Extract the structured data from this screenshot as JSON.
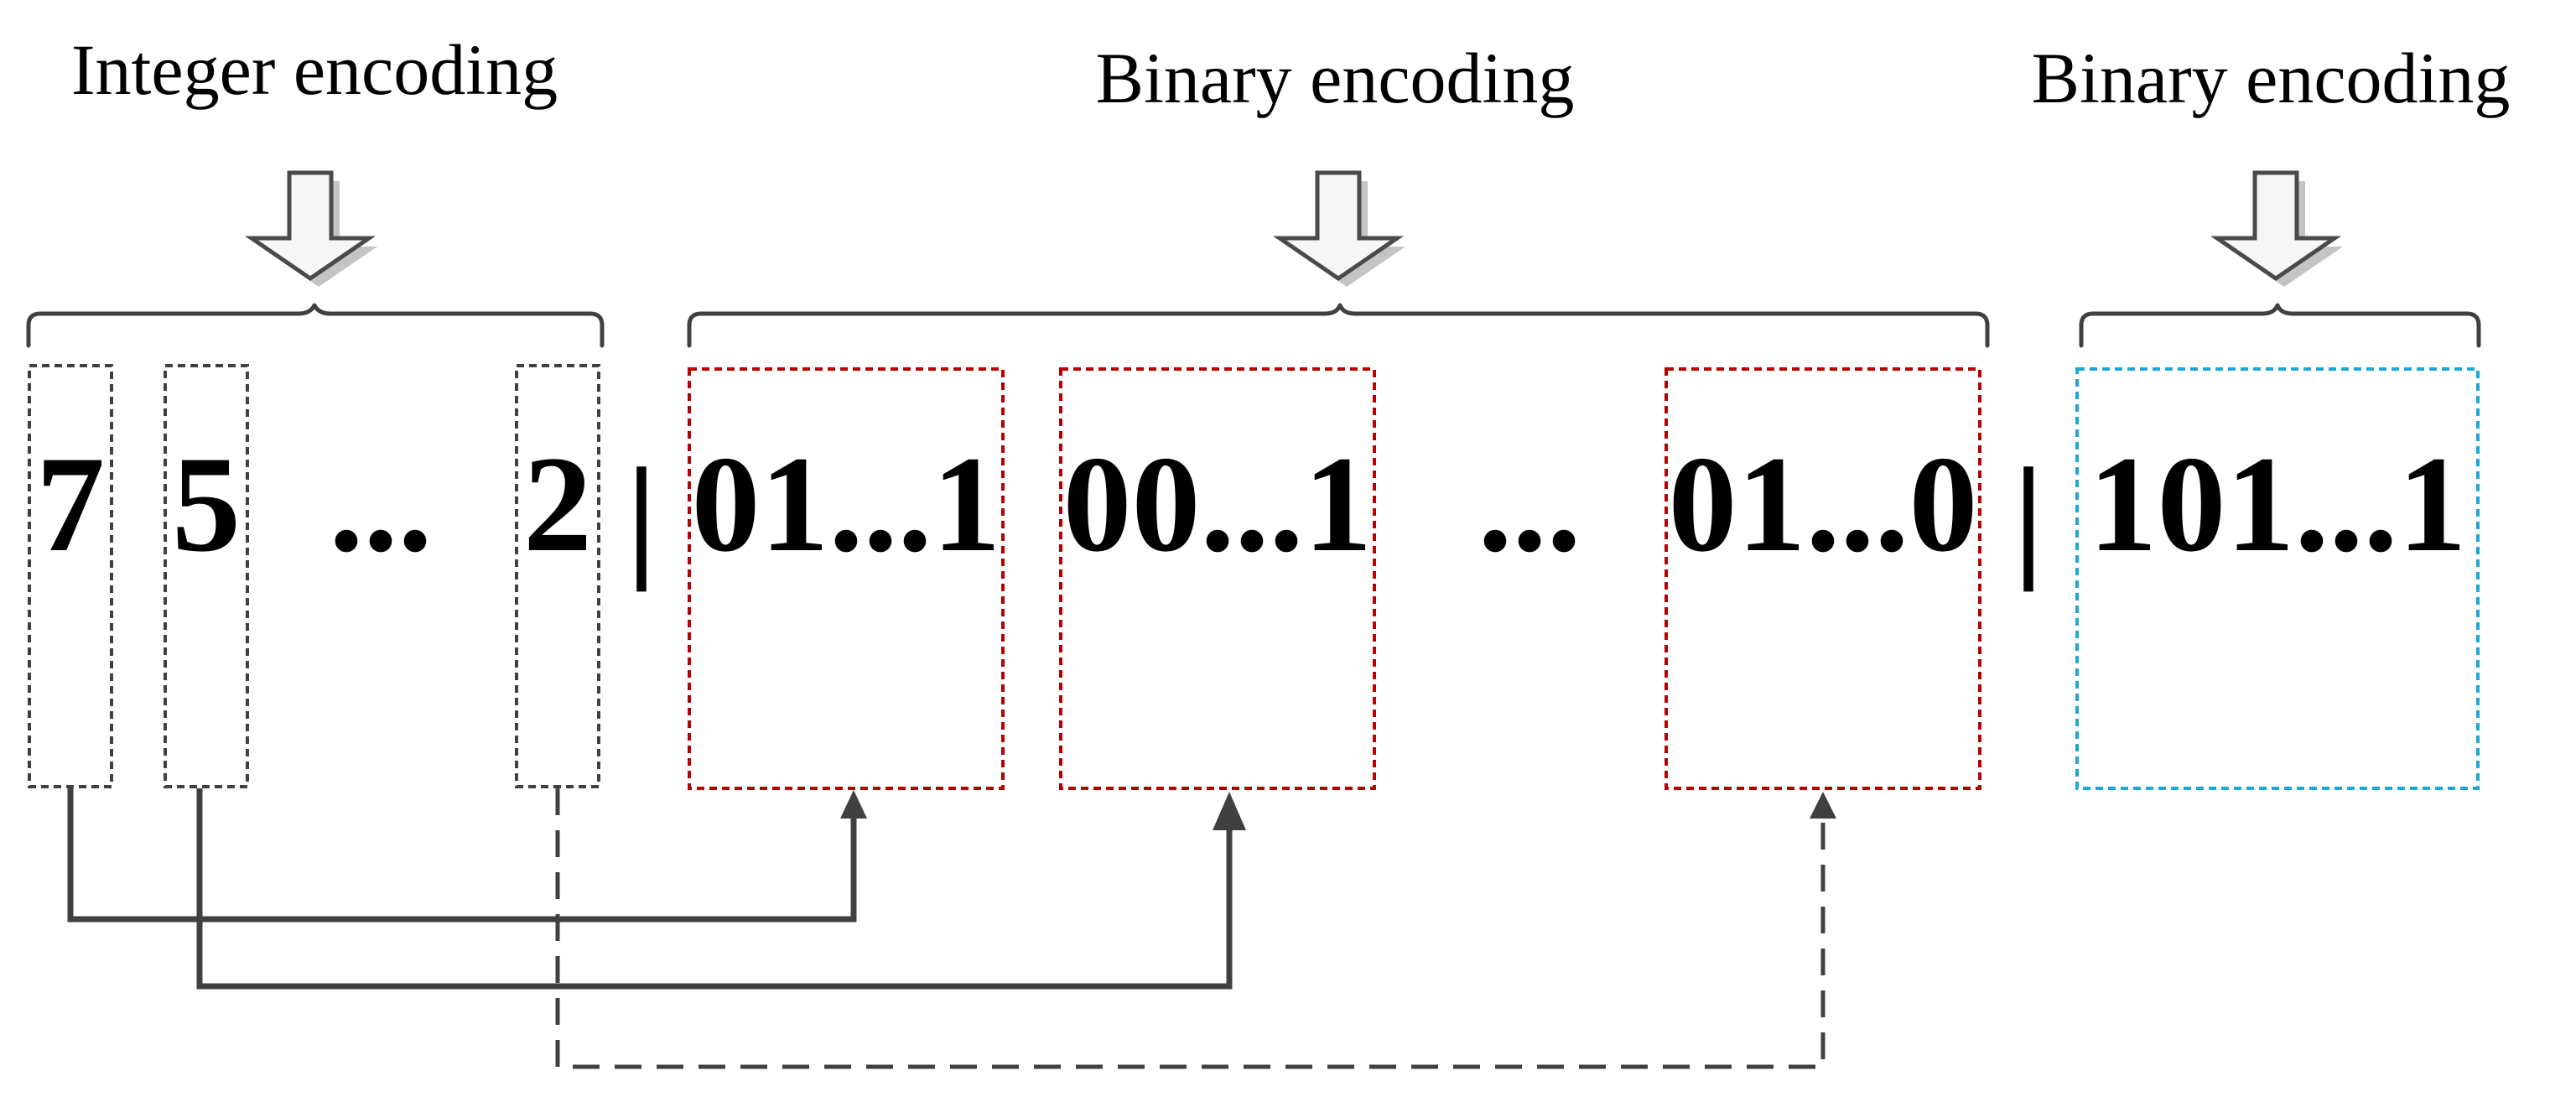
{
  "headings": {
    "integer": "Integer encoding",
    "binary_middle": "Binary encoding",
    "binary_right": "Binary encoding"
  },
  "integer_genes": {
    "first": "7",
    "second": "5",
    "ellipsis": "...",
    "last": "2"
  },
  "separators": {
    "first": "|",
    "second": "|"
  },
  "binary_genes": {
    "first": "01...1",
    "second": "00...1",
    "ellipsis": "...",
    "last": "01...0"
  },
  "tail_gene": "101...1",
  "colors": {
    "integer_box": "#404040",
    "binary_box": "#b80000",
    "tail_box": "#1ba7d8",
    "connector": "#404040"
  },
  "icons": {
    "heading_arrow": "down-block-arrow-icon",
    "connector_arrow": "up-arrowhead-icon"
  }
}
